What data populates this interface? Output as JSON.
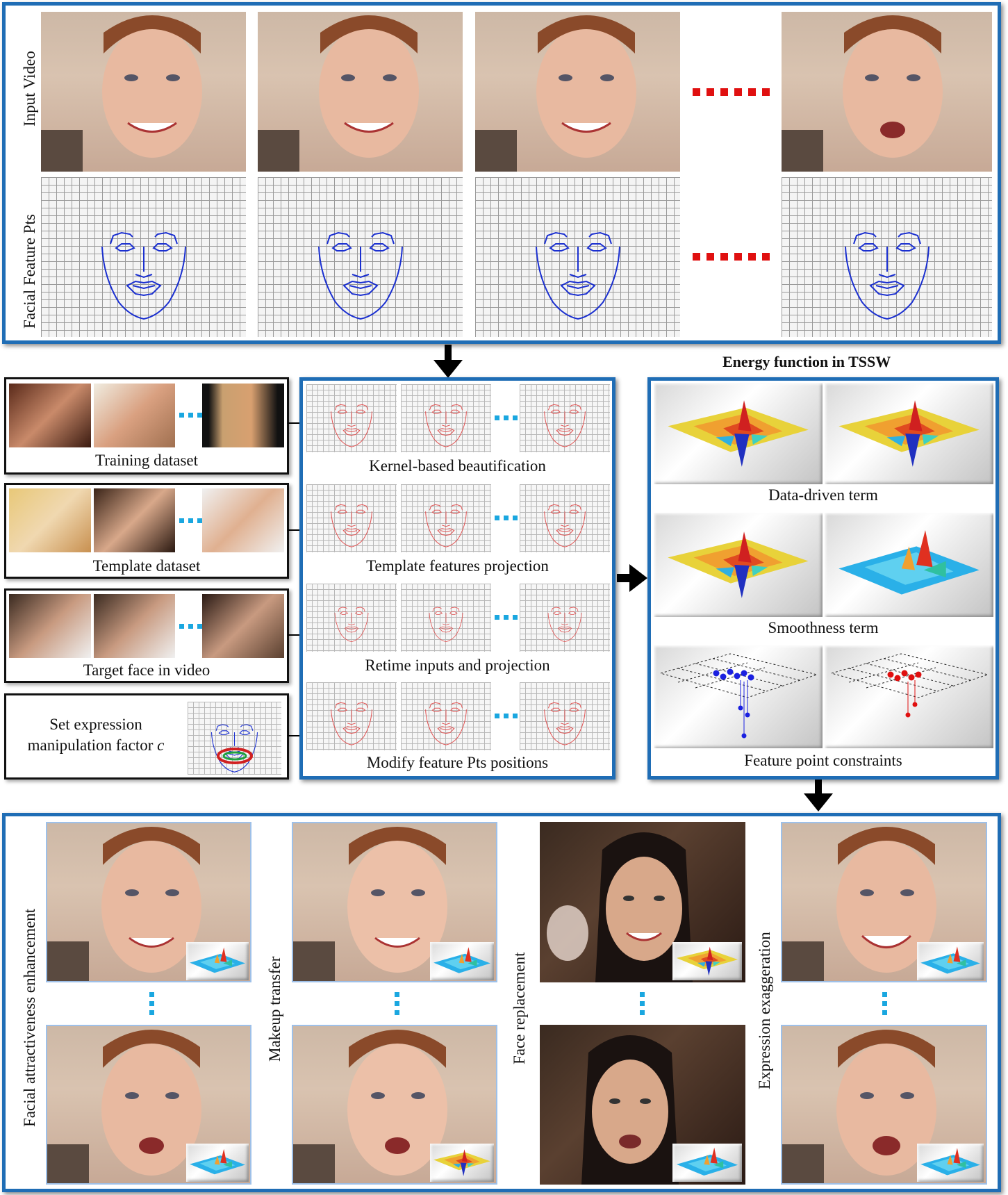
{
  "top_panel": {
    "row_labels": [
      "Input Video",
      "Facial Feature Pts"
    ]
  },
  "energy_title": "Energy function in TSSW",
  "datasets": [
    {
      "label": "Training dataset"
    },
    {
      "label": "Template dataset"
    },
    {
      "label": "Target face in video"
    }
  ],
  "expression_box": {
    "line1": "Set expression",
    "line2": "manipulation factor",
    "factor_symbol": "c"
  },
  "center_rows": [
    "Kernel-based beautification",
    "Template features projection",
    "Retime inputs and projection",
    "Modify feature Pts positions"
  ],
  "energy_terms": [
    "Data-driven term",
    "Smoothness term",
    "Feature point constraints"
  ],
  "applications": [
    "Facial attractiveness enhancement",
    "Makeup transfer",
    "Face replacement",
    "Expression exaggeration"
  ],
  "colors": {
    "frame_blue": "#1f6db5",
    "dots_red": "#e01010",
    "dots_cyan": "#1aa7e0",
    "landmark_blue": "#1a2fd0",
    "landmark_red": "#e05050"
  }
}
